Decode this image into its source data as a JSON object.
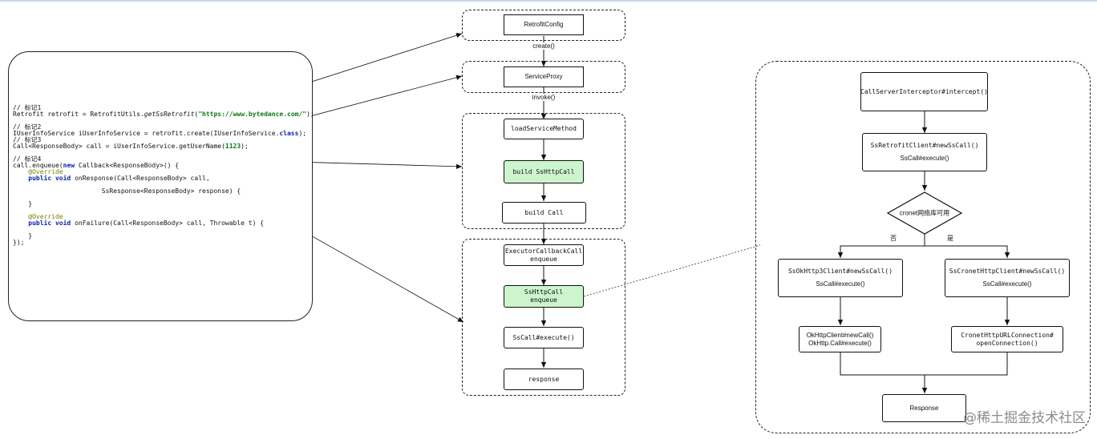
{
  "code_lines": [
    "// 标记1",
    "Retrofit retrofit = RetrofitUtils.getSsRetrofit(\"https://www.bytedance.com/\");",
    "",
    "// 标记2",
    "IUserInfoService iUserInfoService = retrofit.create(IUserInfoService.class);",
    "// 标记3",
    "Call<ResponseBody> call = iUserInfoService.getUserName(1123);",
    "",
    "// 标记4",
    "call.enqueue(new Callback<ResponseBody>() {",
    "    @Override",
    "    public void onResponse(Call<ResponseBody> call,",
    "",
    "                       SsResponse<ResponseBody> response) {",
    "",
    "    }",
    "",
    "    @Override",
    "    public void onFailure(Call<ResponseBody> call, Throwable t) {",
    "",
    "    }",
    "});"
  ],
  "middle": {
    "retrofit_config": "RetrofitConfig",
    "create_label": "create()",
    "service_proxy": "ServiceProxy",
    "invoke_label": "invoke()",
    "load_service_method": "loadServiceMethod",
    "build_sshttpcall": "build SsHttpCall",
    "build_call": "build Call",
    "executor_line1": "ExecutorCallbackCall",
    "executor_line2": "enqueue",
    "sshttpcall_line1": "SsHttpCall",
    "sshttpcall_line2": "enqueue",
    "sscall_execute": "SsCall#execute()",
    "response": "response"
  },
  "right": {
    "interceptor": "CallServerInterceptor#intercept()",
    "new_sscall_line1": "SsRetrofitClient#newSsCall()",
    "new_sscall_line2": "SsCall#execute()",
    "decision": "cronet网络库可用",
    "no_label": "否",
    "yes_label": "是",
    "okhttp3_line1": "SsOkHttp3Client#newSsCall()",
    "okhttp3_line2": "SsCall#execute()",
    "cronet_line1": "SsCronetHttpClient#newSsCall()",
    "cronet_line2": "SsCall#execute()",
    "okhttp_line1": "OkHttpClient#newCall()",
    "okhttp_line2": "OkHttp.Call#execute()",
    "cronet_conn_line1": "CronetHttpURLConnection#",
    "cronet_conn_line2": "openConnection()",
    "response": "Response"
  },
  "watermark": "@稀土掘金技术社区",
  "colors": {
    "highlight": "#ccf5cc",
    "keyword": "#0b24a8",
    "string": "#0a7a16",
    "annotation": "#7d7d00"
  }
}
